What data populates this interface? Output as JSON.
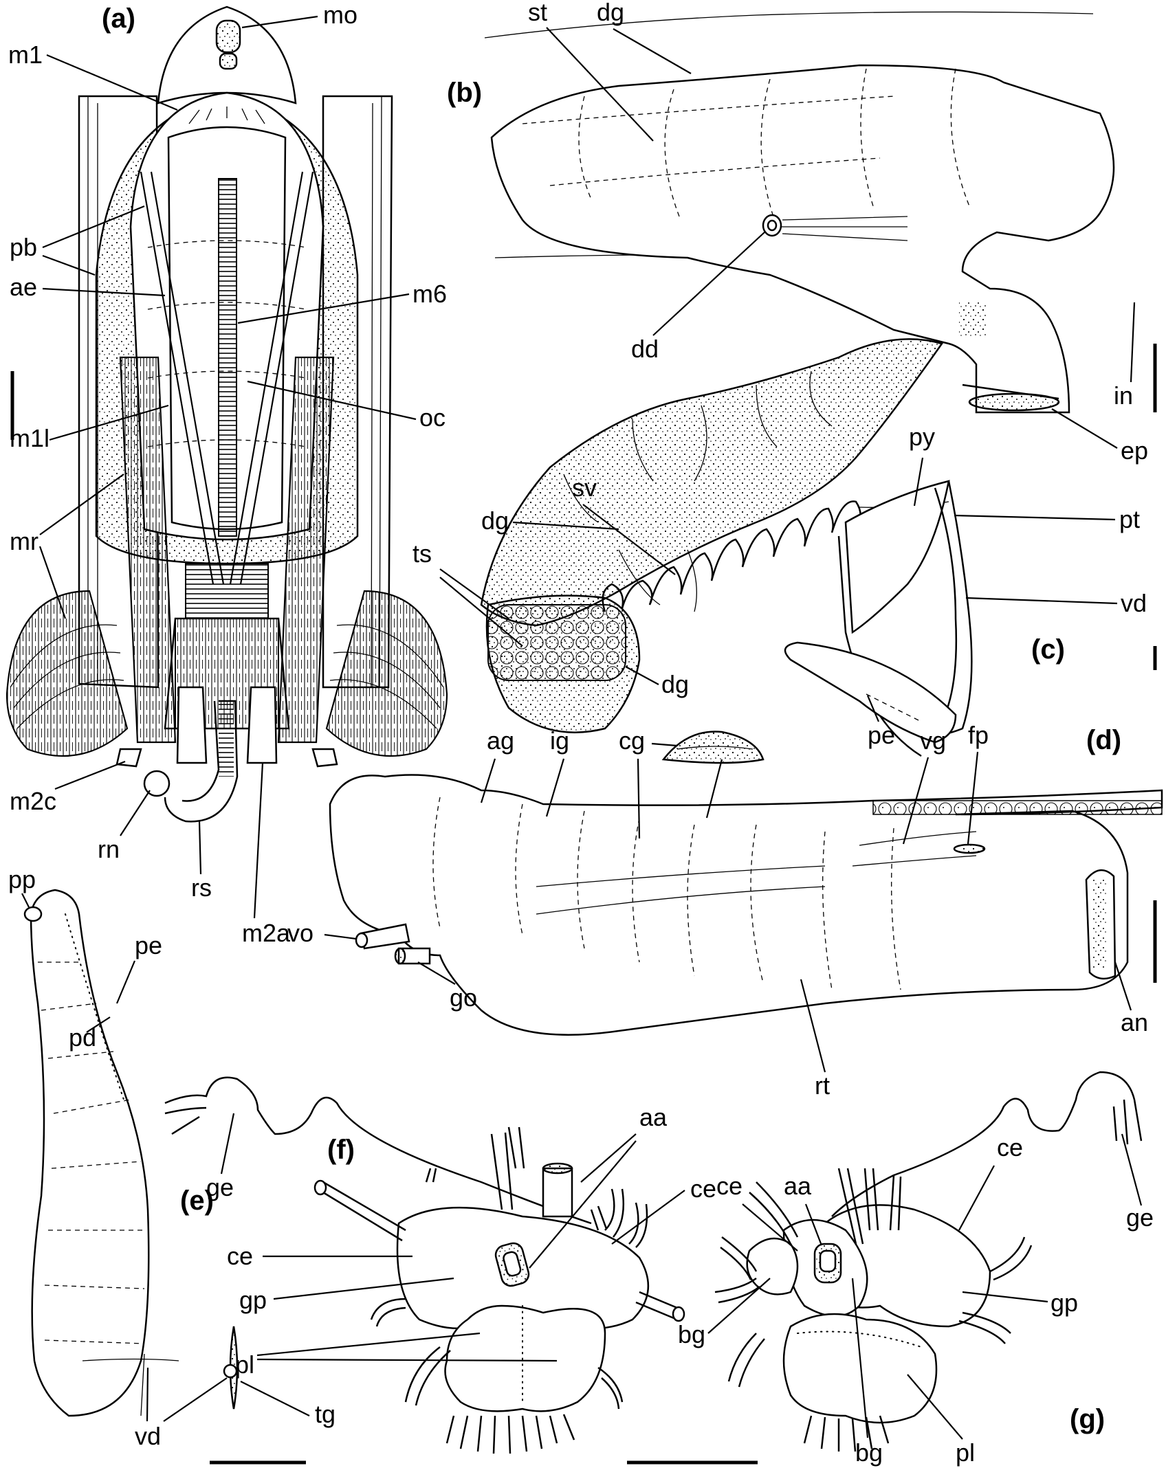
{
  "panels": {
    "a": "(a)",
    "b": "(b)",
    "c": "(c)",
    "d": "(d)",
    "e": "(e)",
    "f": "(f)",
    "g": "(g)"
  },
  "labels": {
    "a": [
      "mo",
      "m1",
      "pb",
      "ae",
      "m6",
      "oc",
      "m1l",
      "mr",
      "m2c",
      "rn",
      "rs",
      "m2a"
    ],
    "b": [
      "st",
      "dg",
      "dd",
      "in",
      "ep"
    ],
    "c": [
      "sv",
      "dg",
      "py",
      "pt",
      "ts",
      "vd",
      "dg",
      "pe"
    ],
    "d": [
      "ag",
      "ig",
      "cg",
      "vg",
      "fp",
      "vo",
      "go",
      "rt",
      "an"
    ],
    "e": [
      "pp",
      "pe",
      "pd",
      "vd",
      "tg"
    ],
    "f": [
      "ge",
      "aa",
      "ce",
      "ce",
      "gp",
      "pl"
    ],
    "g": [
      "aa",
      "ce",
      "ce",
      "ge",
      "gp",
      "bg",
      "bg",
      "pl"
    ]
  },
  "icons": [
    "scale-bar",
    "scale-bar",
    "scale-bar",
    "scale-bar",
    "scale-bar",
    "scale-bar"
  ]
}
